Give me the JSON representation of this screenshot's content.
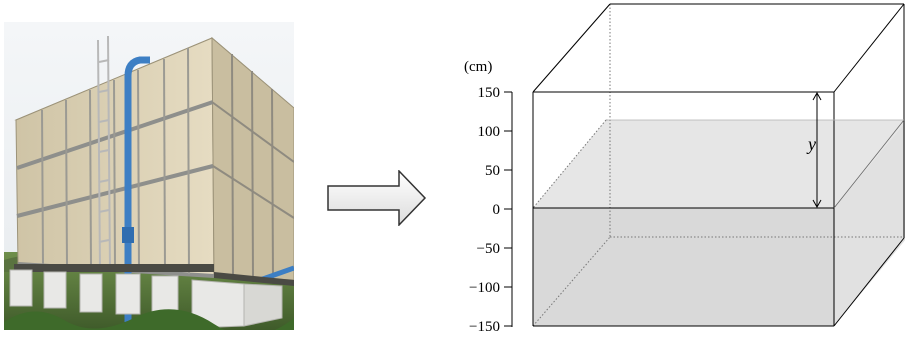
{
  "diagram": {
    "unit_label": "(cm)",
    "ticks": [
      "150",
      "100",
      "50",
      "0",
      "−50",
      "−100",
      "−150"
    ],
    "variable_label": "y"
  }
}
